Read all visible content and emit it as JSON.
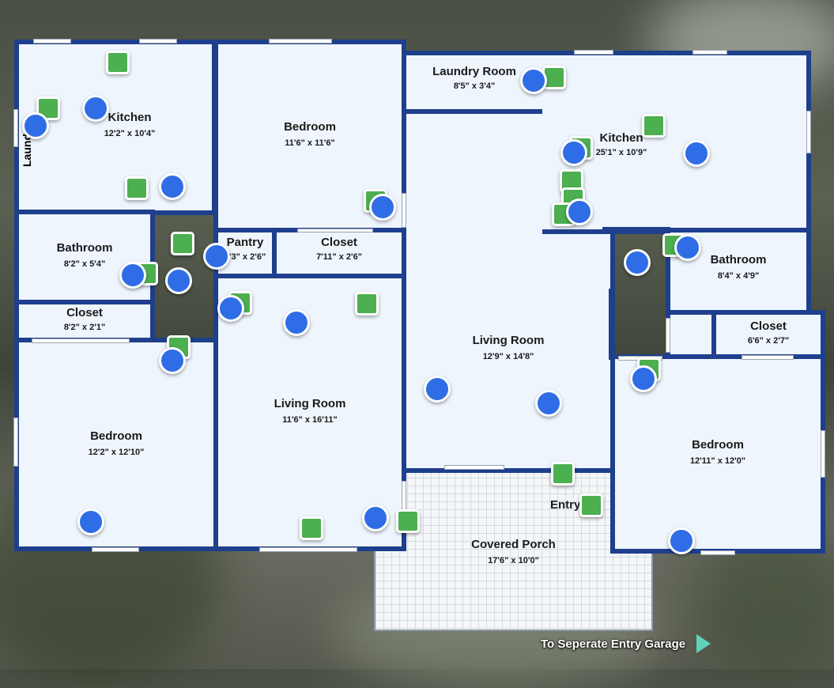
{
  "rooms": {
    "kitchen_left": {
      "name": "Kitchen",
      "dim": "12'2\" x 10'4\""
    },
    "laundry_left": {
      "name": "Laundry"
    },
    "bedroom_top": {
      "name": "Bedroom",
      "dim": "11'6\" x 11'6\""
    },
    "bathroom_left": {
      "name": "Bathroom",
      "dim": "8'2\" x 5'4\""
    },
    "closet_left": {
      "name": "Closet",
      "dim": "8'2\" x 2'1\""
    },
    "pantry": {
      "name": "Pantry",
      "dim": "4'3\" x 2'6\""
    },
    "closet_mid": {
      "name": "Closet",
      "dim": "7'11\" x 2'6\""
    },
    "bedroom_left": {
      "name": "Bedroom",
      "dim": "12'2\" x 12'10\""
    },
    "living_left": {
      "name": "Living Room",
      "dim": "11'6\" x 16'11\""
    },
    "laundry_right": {
      "name": "Laundry Room",
      "dim": "8'5\" x 3'4\""
    },
    "kitchen_right": {
      "name": "Kitchen",
      "dim": "25'1\" x 10'9\""
    },
    "bathroom_right": {
      "name": "Bathroom",
      "dim": "8'4\" x 4'9\""
    },
    "closet_right": {
      "name": "Closet",
      "dim": "6'6\" x 2'7\""
    },
    "living_right": {
      "name": "Living Room",
      "dim": "12'9\" x 14'8\""
    },
    "entry": {
      "name": "Entry"
    },
    "bedroom_right": {
      "name": "Bedroom",
      "dim": "12'11\" x 12'0\""
    },
    "porch": {
      "name": "Covered Porch",
      "dim": "17'6\" x 10'0\""
    }
  },
  "nav": {
    "garage_link": "To Seperate Entry Garage"
  },
  "colors": {
    "wall": "#1e3f8c",
    "room_fill": "#eef5fc",
    "hotspot_green": "#4caf50",
    "hotspot_blue": "#2f6de6",
    "arrow": "#5fd3b8"
  },
  "icons": {
    "photo_hotspot": "green-square-icon",
    "pano_hotspot": "blue-circle-icon",
    "next": "triangle-right-icon"
  }
}
